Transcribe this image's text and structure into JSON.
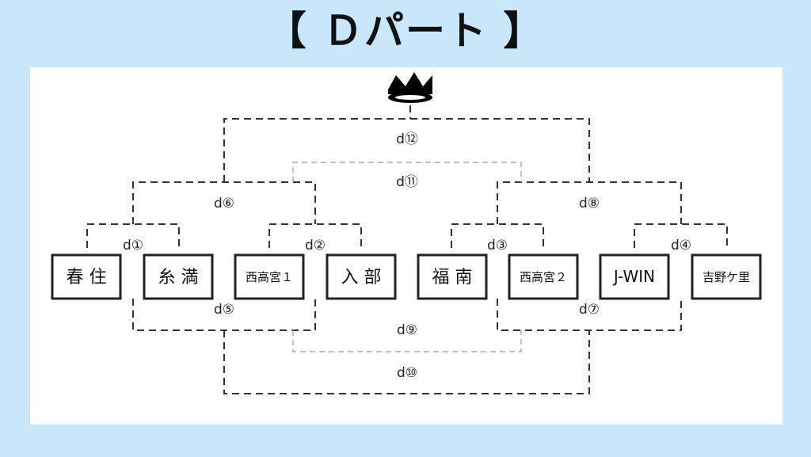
{
  "title": "【 Ｄパート 】",
  "crown_icon": "crown-icon",
  "teams": [
    {
      "id": "t1",
      "name": "春 住"
    },
    {
      "id": "t2",
      "name": "糸 満"
    },
    {
      "id": "t3",
      "name": "西高宮１"
    },
    {
      "id": "t4",
      "name": "入 部"
    },
    {
      "id": "t5",
      "name": "福 南"
    },
    {
      "id": "t6",
      "name": "西高宮２"
    },
    {
      "id": "t7",
      "name": "J-WIN"
    },
    {
      "id": "t8",
      "name": "吉野ケ里"
    }
  ],
  "matches": {
    "d1": "d①",
    "d2": "d②",
    "d3": "d③",
    "d4": "d④",
    "d5": "d⑤",
    "d6": "d⑥",
    "d7": "d⑦",
    "d8": "d⑧",
    "d9": "d⑨",
    "d10": "d⑩",
    "d11": "d⑪",
    "d12": "d⑫"
  }
}
